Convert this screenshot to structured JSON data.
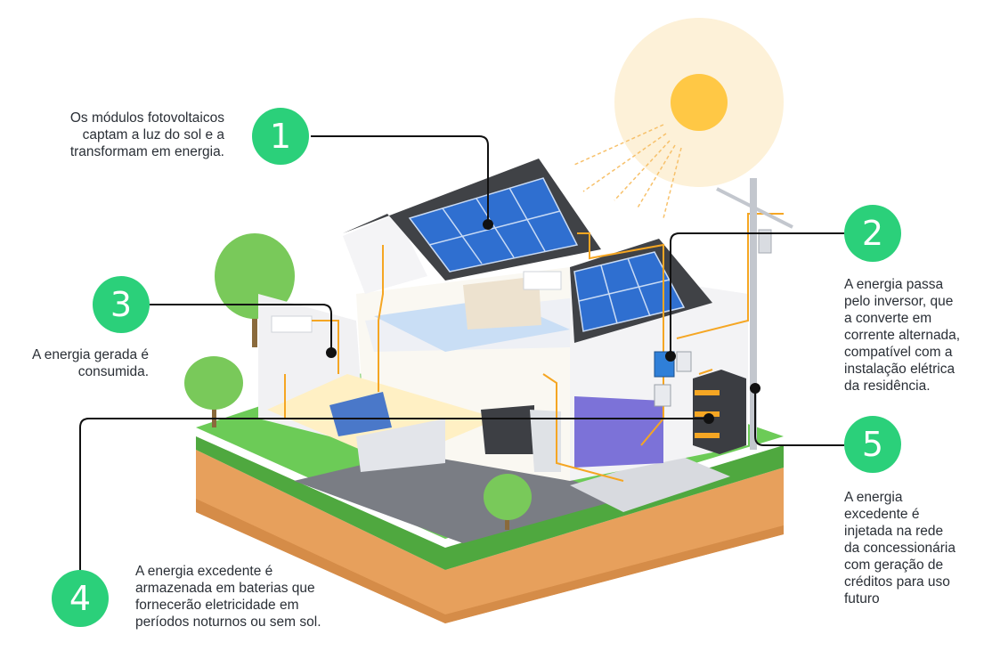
{
  "steps": [
    {
      "number": "1",
      "text": "Os módulos fotovoltaicos\ncaptam a luz do sol e a\ntransformam em energia."
    },
    {
      "number": "2",
      "text": "A energia passa\npelo inversor, que\na converte em\ncorrente alternada,\ncompatível com a\ninstalação elétrica\nda residência."
    },
    {
      "number": "3",
      "text": "A energia gerada é\nconsumida."
    },
    {
      "number": "4",
      "text": "A energia excedente é\narmazenada em baterias que\nfornecerão eletricidade em\nperíodos noturnos ou sem sol."
    },
    {
      "number": "5",
      "text": "A energia\nexcedente é\ninjetada na rede\nda concessionária\ncom geração de\ncréditos para uso\nfuturo"
    }
  ],
  "colors": {
    "badge": "#2bd07a",
    "text": "#2a2f36",
    "sun_glow": "#fdf1d8",
    "sun": "#ffc845",
    "grass": "#5fbf4e",
    "soil": "#e7a05c",
    "panel": "#2f6fd0",
    "roof": "#444444",
    "wire": "#f5a623"
  },
  "icons": [
    "sun-icon",
    "solar-panel-icon",
    "inverter-icon",
    "battery-icon",
    "utility-pole-icon",
    "tree-icon",
    "house-icon"
  ]
}
